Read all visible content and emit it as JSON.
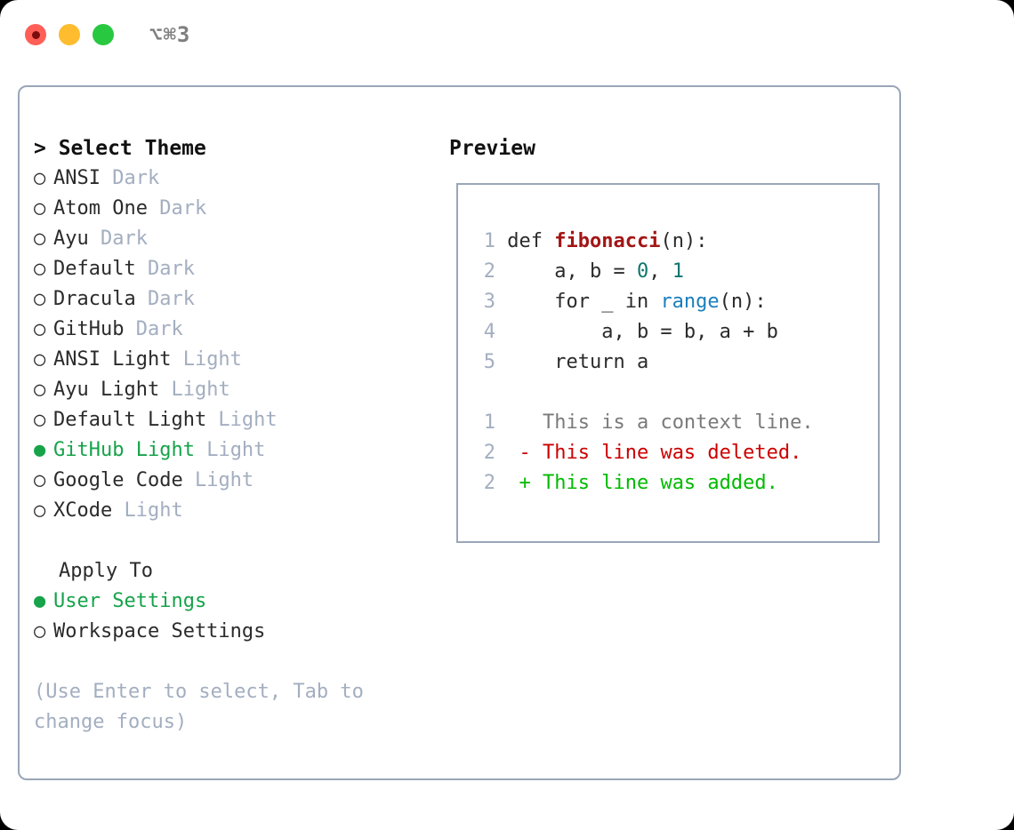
{
  "titlebar": {
    "shortcut": "⌥⌘3",
    "dots": [
      {
        "name": "close-dot",
        "color": "#ff5f57"
      },
      {
        "name": "minimize-dot",
        "color": "#febc2e"
      },
      {
        "name": "maximize-dot",
        "color": "#28c840"
      }
    ]
  },
  "theme_list": {
    "header": "> Select Theme",
    "selected_index": 9,
    "items": [
      {
        "bullet": "○",
        "label": "ANSI",
        "tag": "Dark",
        "selected": false
      },
      {
        "bullet": "○",
        "label": "Atom One",
        "tag": "Dark",
        "selected": false
      },
      {
        "bullet": "○",
        "label": "Ayu",
        "tag": "Dark",
        "selected": false
      },
      {
        "bullet": "○",
        "label": "Default",
        "tag": "Dark",
        "selected": false
      },
      {
        "bullet": "○",
        "label": "Dracula",
        "tag": "Dark",
        "selected": false
      },
      {
        "bullet": "○",
        "label": "GitHub",
        "tag": "Dark",
        "selected": false
      },
      {
        "bullet": "○",
        "label": "ANSI Light",
        "tag": "Light",
        "selected": false
      },
      {
        "bullet": "○",
        "label": "Ayu Light",
        "tag": "Light",
        "selected": false
      },
      {
        "bullet": "○",
        "label": "Default Light",
        "tag": "Light",
        "selected": false
      },
      {
        "bullet": "●",
        "label": "GitHub Light",
        "tag": "Light",
        "selected": true
      },
      {
        "bullet": "○",
        "label": "Google Code",
        "tag": "Light",
        "selected": false
      },
      {
        "bullet": "○",
        "label": "XCode",
        "tag": "Light",
        "selected": false
      }
    ]
  },
  "apply_to": {
    "title": "Apply To",
    "options": [
      {
        "bullet": "●",
        "label": "User Settings",
        "selected": true
      },
      {
        "bullet": "○",
        "label": "Workspace Settings",
        "selected": false
      }
    ]
  },
  "hint": "(Use Enter to select, Tab to change focus)",
  "preview": {
    "title": "Preview",
    "code_lines": [
      {
        "num": "1",
        "segments": [
          {
            "text": "def ",
            "kind": "plain"
          },
          {
            "text": "fibonacci",
            "kind": "fn"
          },
          {
            "text": "(n):",
            "kind": "plain"
          }
        ]
      },
      {
        "num": "2",
        "segments": [
          {
            "text": "    a, b = ",
            "kind": "plain"
          },
          {
            "text": "0",
            "kind": "num"
          },
          {
            "text": ", ",
            "kind": "plain"
          },
          {
            "text": "1",
            "kind": "num"
          }
        ]
      },
      {
        "num": "3",
        "segments": [
          {
            "text": "    for _ in ",
            "kind": "plain"
          },
          {
            "text": "range",
            "kind": "call"
          },
          {
            "text": "(n):",
            "kind": "plain"
          }
        ]
      },
      {
        "num": "4",
        "segments": [
          {
            "text": "        a, b = b, a + b",
            "kind": "plain"
          }
        ]
      },
      {
        "num": "5",
        "segments": [
          {
            "text": "    return a",
            "kind": "plain"
          }
        ]
      }
    ],
    "diff_lines": [
      {
        "num": "1",
        "marker": " ",
        "text": " This is a context line.",
        "kind": "ctx"
      },
      {
        "num": "2",
        "marker": "-",
        "text": " This line was deleted.",
        "kind": "del"
      },
      {
        "num": "2",
        "marker": "+",
        "text": " This line was added.",
        "kind": "add"
      }
    ]
  },
  "colors": {
    "accent_green": "#16a34a",
    "muted": "#a3aec0",
    "border": "#9aa6b7",
    "fn_red": "#a31515",
    "num_teal": "#0f766e",
    "call_blue": "#1a7fbd",
    "diff_del": "#cc0000",
    "diff_add": "#00bb00"
  }
}
